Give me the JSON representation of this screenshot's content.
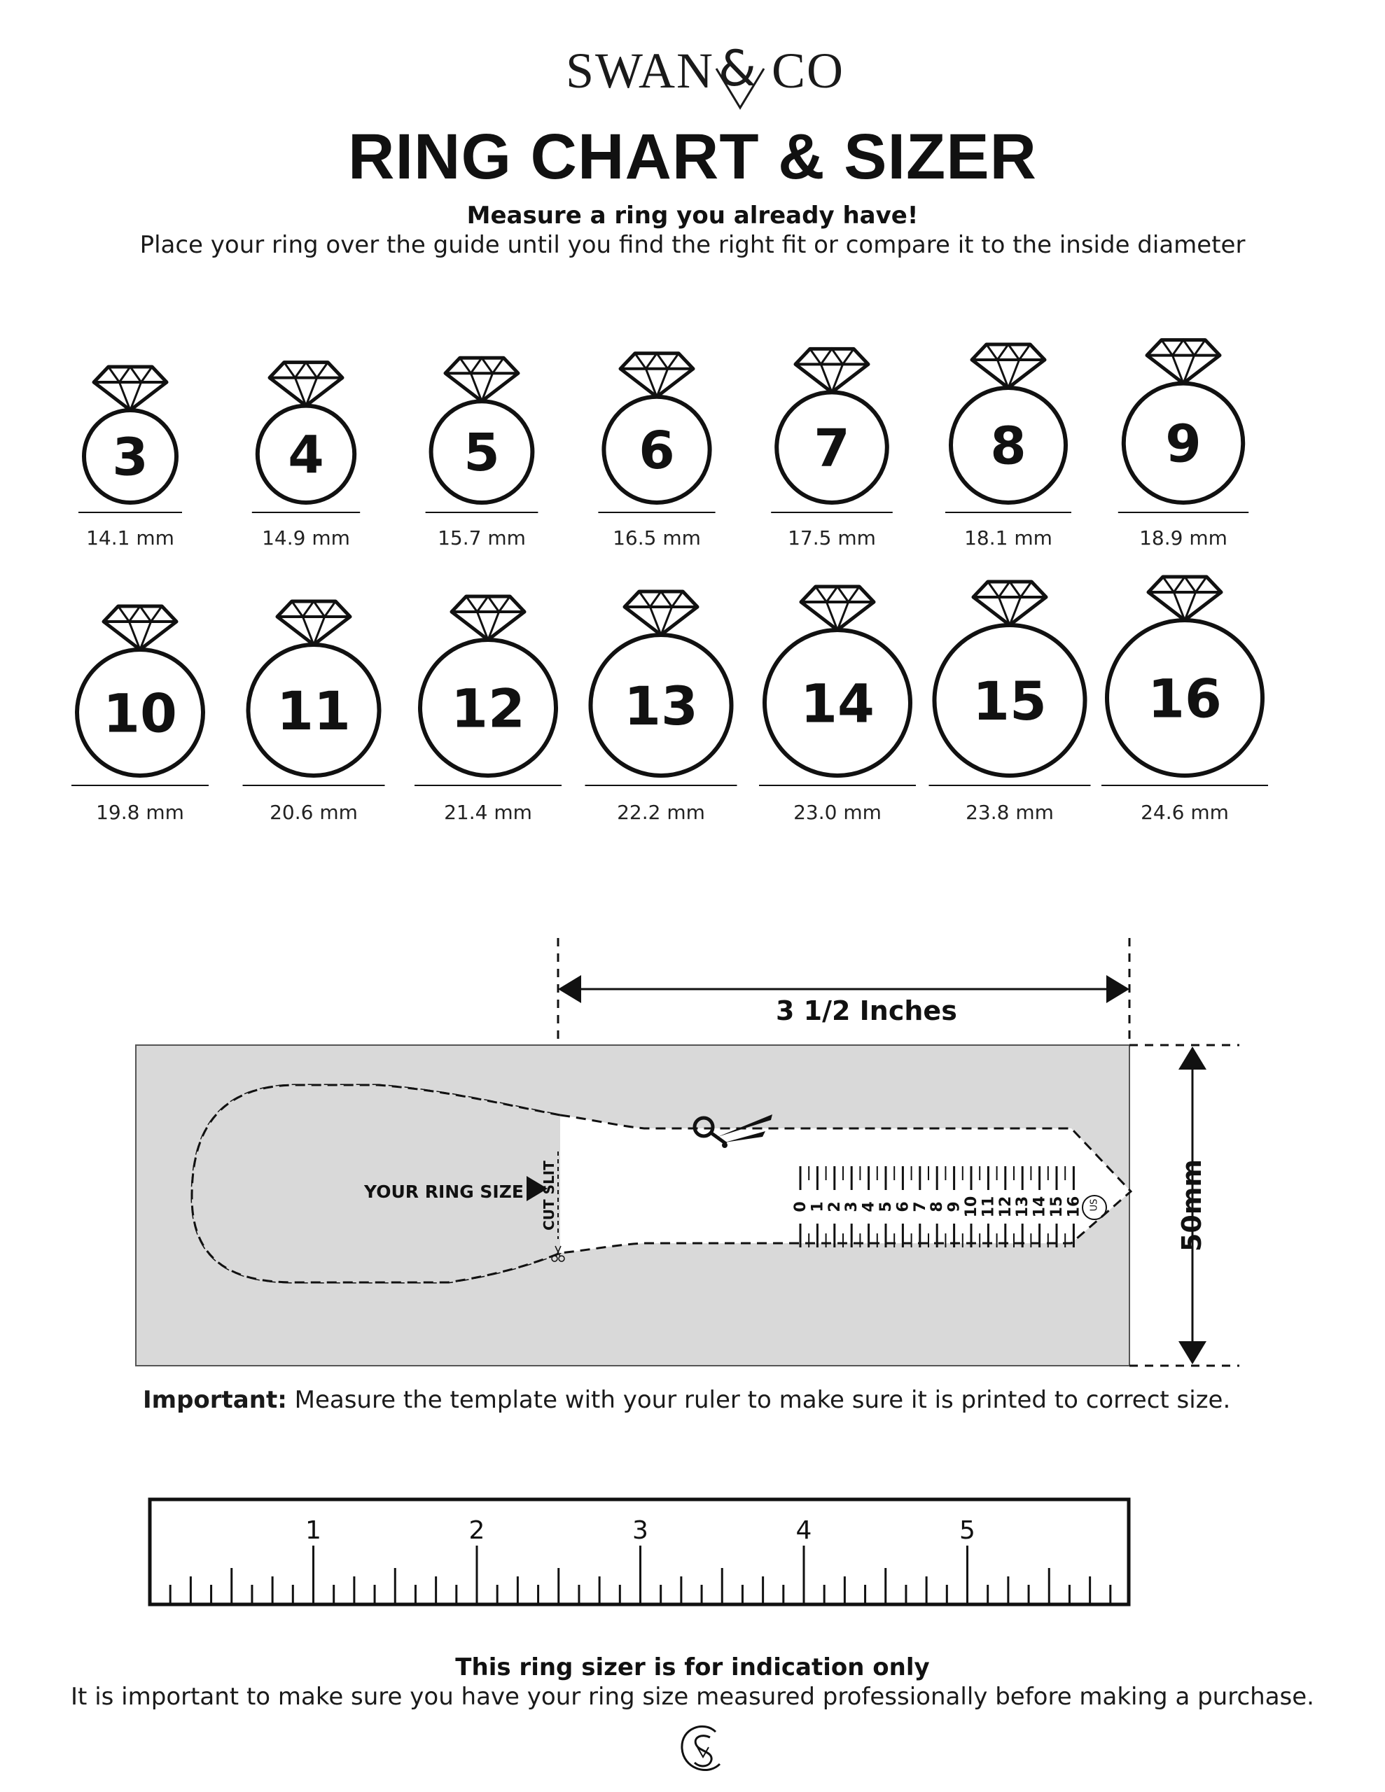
{
  "header": {
    "logo_left": "SWAN",
    "logo_right": "CO",
    "title": "RING CHART & SIZER",
    "subtitle": "Measure a ring you already have!",
    "instructions": "Place your ring over the guide until you find the right fit or compare it to the inside diameter"
  },
  "ring_chart": {
    "row1": [
      {
        "size": "3",
        "diameter": "14.1 mm"
      },
      {
        "size": "4",
        "diameter": "14.9 mm"
      },
      {
        "size": "5",
        "diameter": "15.7 mm"
      },
      {
        "size": "6",
        "diameter": "16.5 mm"
      },
      {
        "size": "7",
        "diameter": "17.5 mm"
      },
      {
        "size": "8",
        "diameter": "18.1 mm"
      },
      {
        "size": "9",
        "diameter": "18.9 mm"
      }
    ],
    "row2": [
      {
        "size": "10",
        "diameter": "19.8 mm"
      },
      {
        "size": "11",
        "diameter": "20.6 mm"
      },
      {
        "size": "12",
        "diameter": "21.4 mm"
      },
      {
        "size": "13",
        "diameter": "22.2 mm"
      },
      {
        "size": "14",
        "diameter": "23.0 mm"
      },
      {
        "size": "15",
        "diameter": "23.8 mm"
      },
      {
        "size": "16",
        "diameter": "24.6 mm"
      }
    ]
  },
  "sizer": {
    "width_label": "3 1/2 Inches",
    "height_label": "50mm",
    "your_ring_size": "YOUR RING SIZE",
    "cut_slit": "CUT SLIT",
    "scale_numbers": [
      "0",
      "1",
      "2",
      "3",
      "4",
      "5",
      "6",
      "7",
      "8",
      "9",
      "10",
      "11",
      "12",
      "13",
      "14",
      "15",
      "16"
    ],
    "unit_badge": "US",
    "background_color": "#d9d9d9"
  },
  "important": {
    "label": "Important:",
    "text": " Measure the template with your ruler to make sure it is printed to correct size."
  },
  "ruler": {
    "labels": [
      "1",
      "2",
      "3",
      "4",
      "5"
    ]
  },
  "footer": {
    "heading": "This ring sizer is for indication only",
    "text": "It is important to make sure you have your ring size measured professionally before making a purchase."
  },
  "icons": [
    "diamond-ring-icon",
    "scissors-icon",
    "play-arrow-icon",
    "monogram-logo-icon"
  ]
}
